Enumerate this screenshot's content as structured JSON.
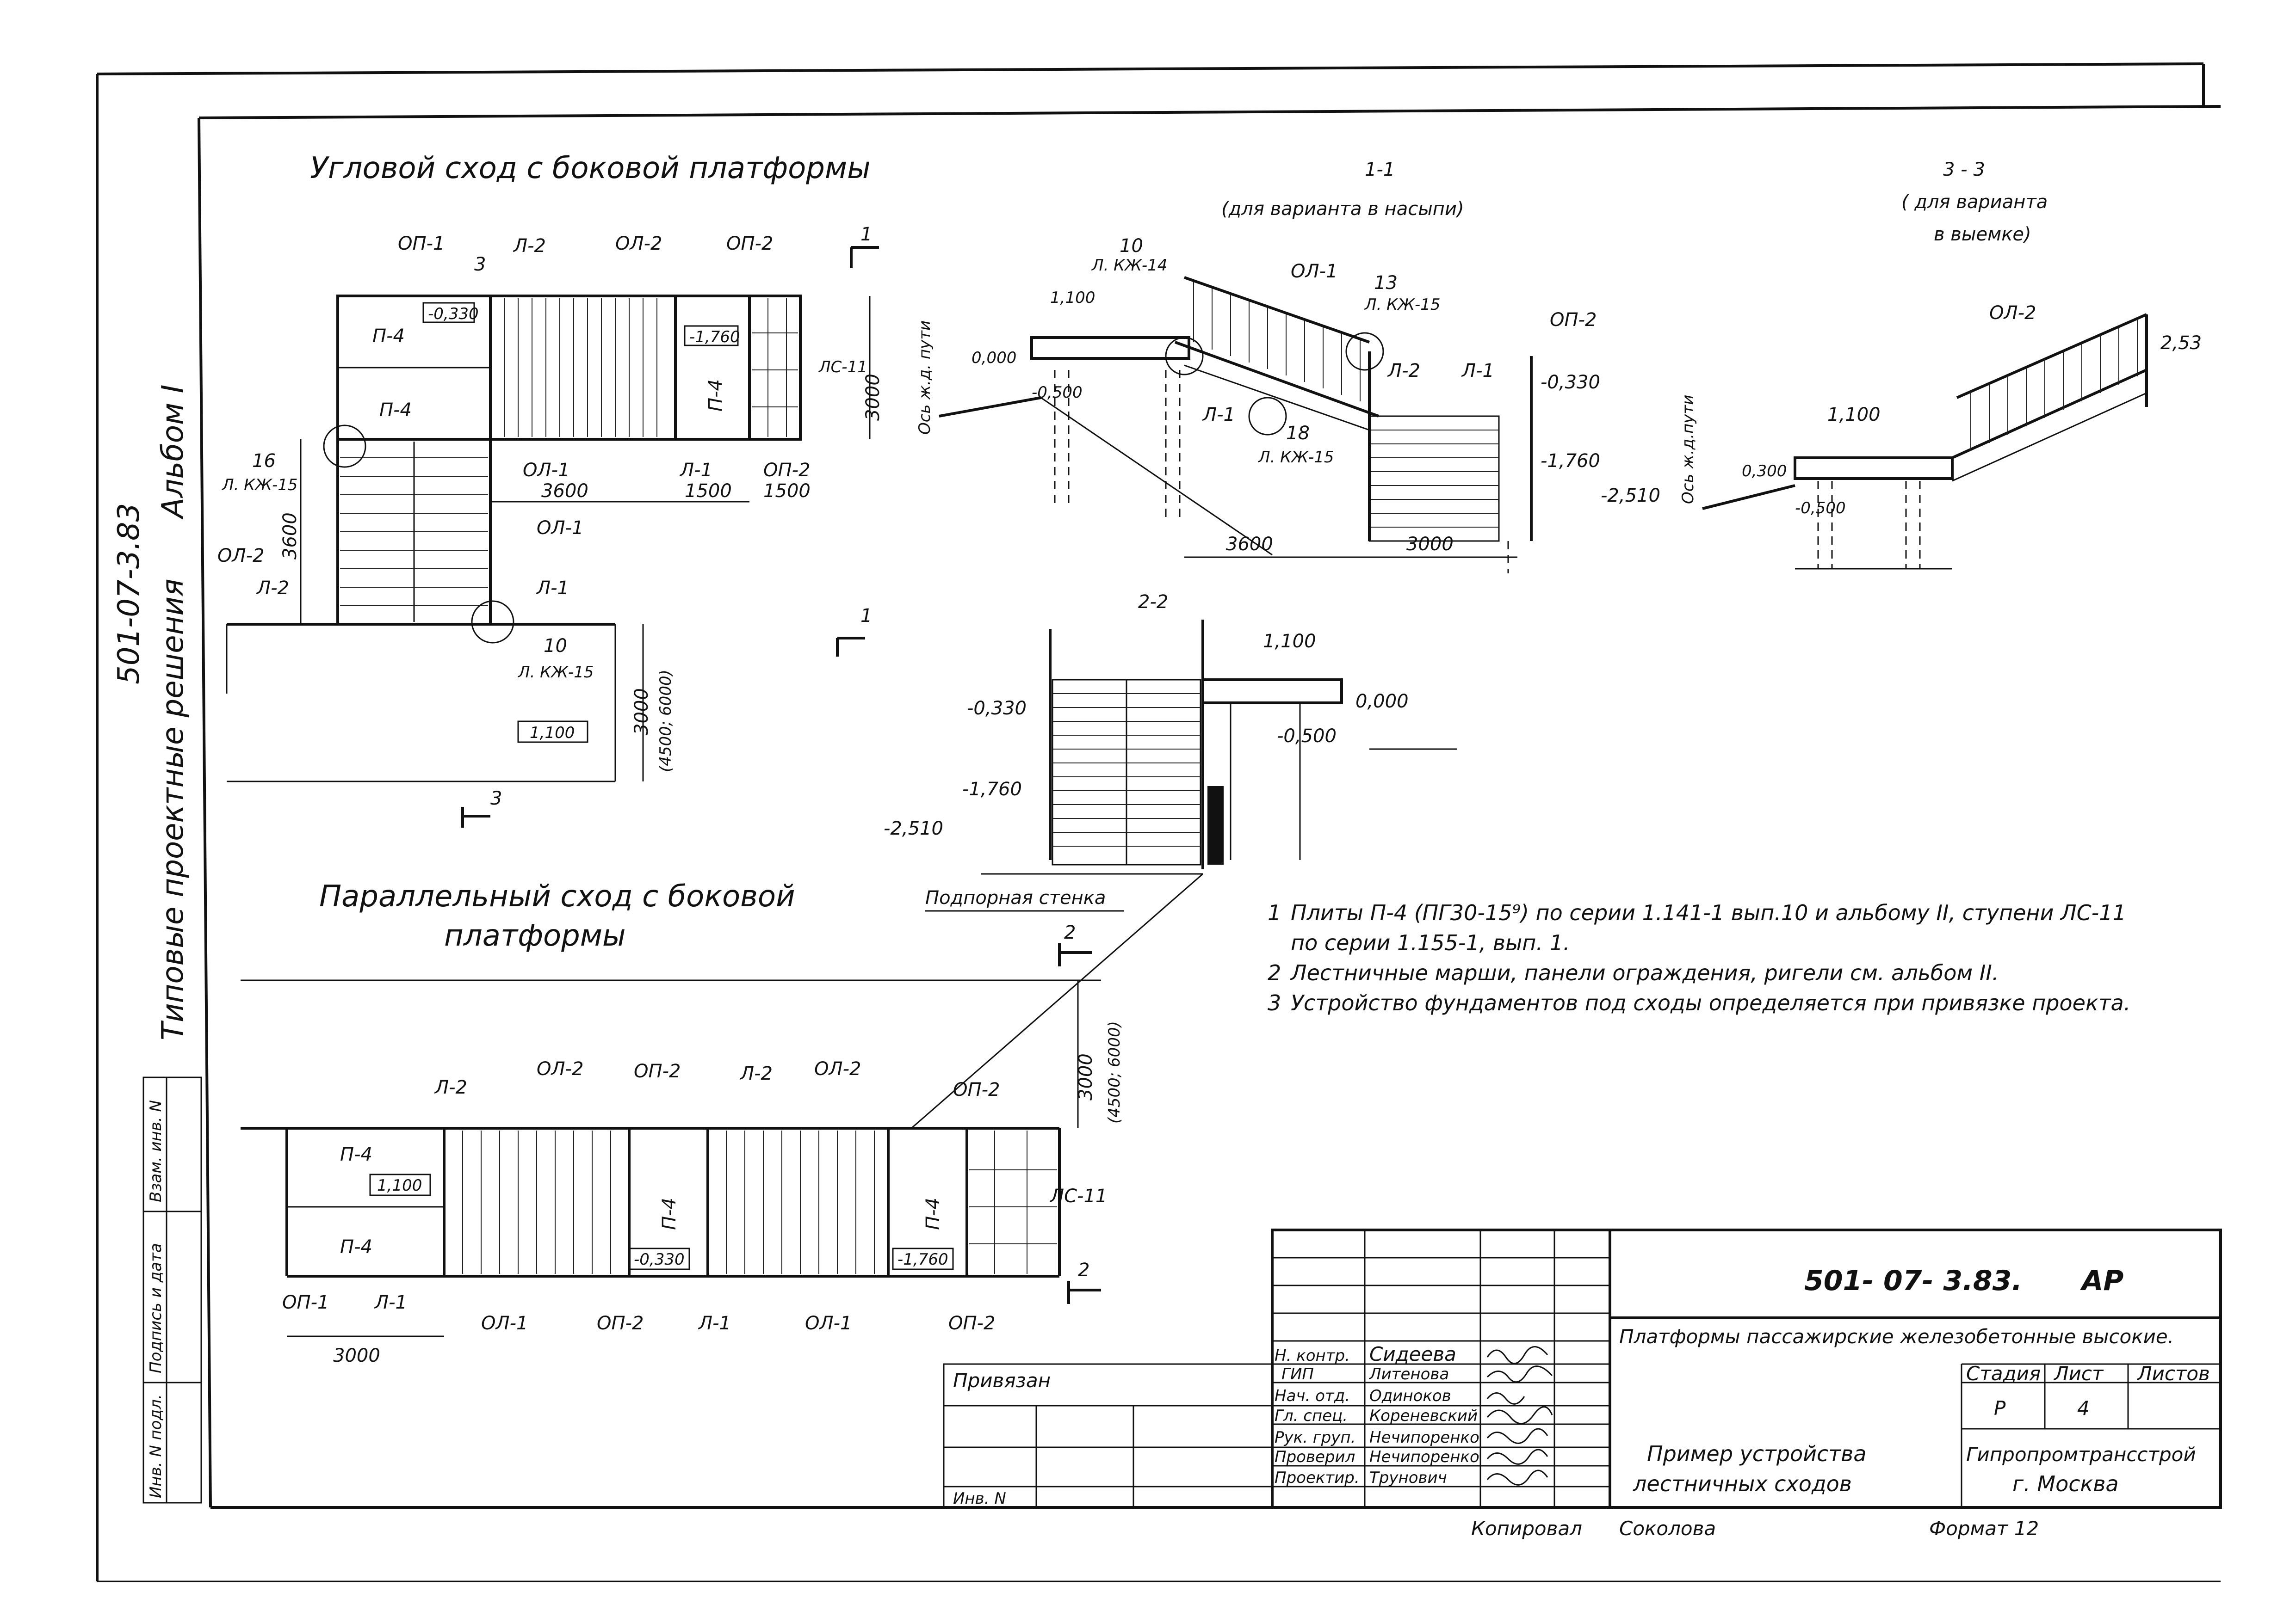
{
  "plan_corner": {
    "title": "Угловой сход с боковой платформы",
    "labels": [
      "ОП-1",
      "Л-2",
      "ОЛ-2",
      "ОП-2",
      "П-4",
      "П-4",
      "П-4",
      "ЛС-11",
      "ОЛ-1",
      "Л-1",
      "ОП-2",
      "ОЛ-2",
      "Л-2",
      "ОЛ-1",
      "Л-1"
    ],
    "levels": [
      "-0,330",
      "-1,760",
      "1,100"
    ],
    "dims": [
      "3600",
      "1500",
      "1500",
      "3000",
      "3600",
      "3000",
      "(4500; 6000)"
    ],
    "callouts": [
      {
        "num": "16",
        "ref": "Л. КЖ-15"
      },
      {
        "num": "10",
        "ref": "Л. КЖ-15"
      }
    ],
    "section_marks": [
      "1",
      "1",
      "3",
      "3"
    ]
  },
  "section_1": {
    "title": "1-1",
    "subtitle": "(для варианта в насыпи)",
    "axis": "Ось ж.д. пути",
    "levels": [
      "1,100",
      "0,000",
      "-0,500",
      "-0,330",
      "-1,760",
      "-2,510"
    ],
    "labels": [
      "ОЛ-1",
      "Л-2",
      "Л-1",
      "ОП-2",
      "Л-1"
    ],
    "callouts": [
      {
        "num": "10",
        "ref": "Л. КЖ-14"
      },
      {
        "num": "13",
        "ref": "Л. КЖ-15"
      },
      {
        "num": "18",
        "ref": "Л. КЖ-15"
      }
    ],
    "dims": [
      "3600",
      "3000"
    ]
  },
  "section_3": {
    "title": "3 - 3",
    "subtitle_1": "( для варианта",
    "subtitle_2": "в выемке)",
    "axis": "Ось ж.д.пути",
    "labels": [
      "ОЛ-2"
    ],
    "levels": [
      "2,53",
      "1,100",
      "0,300",
      "-0,500"
    ]
  },
  "section_2": {
    "title": "2-2",
    "levels": [
      "1,100",
      "0,000",
      "-0,500",
      "-0,330",
      "-1,760",
      "-2,510"
    ],
    "wall_label": "Подпорная стенка"
  },
  "plan_parallel": {
    "title_1": "Параллельный сход с боковой",
    "title_2": "платформы",
    "labels": [
      "Л-2",
      "ОЛ-2",
      "ОП-2",
      "Л-2",
      "ОЛ-2",
      "ОП-2",
      "П-4",
      "П-4",
      "П-4",
      "П-4",
      "ЛС-11",
      "ОП-1",
      "Л-1",
      "ОЛ-1",
      "ОП-2",
      "Л-1",
      "ОЛ-1",
      "ОП-2"
    ],
    "levels": [
      "1,100",
      "-0,330",
      "-1,760"
    ],
    "dims": [
      "3000",
      "3000",
      "(4500; 6000)"
    ],
    "section_marks": [
      "2",
      "2"
    ]
  },
  "notes": [
    {
      "num": "1",
      "text": "Плиты П-4 (ПГ30-15⁹) по серии 1.141-1 вып.10 и альбому II, ступени ЛС-11"
    },
    {
      "num": "",
      "text": "по серии 1.155-1, вып. 1."
    },
    {
      "num": "2",
      "text": "Лестничные марши, панели ограждения, ригели см. альбом II."
    },
    {
      "num": "3",
      "text": "Устройство фундаментов под сходы определяется при привязке проекта."
    }
  ],
  "side_margin": {
    "text_1": "Типовые проектные решения",
    "text_2": "Альбом I",
    "code": "501-07-3.83",
    "fields": [
      "Взам. инв. N",
      "Подпись и дата",
      "Инв. N подл."
    ]
  },
  "title_block": {
    "code": "501- 07- 3.83.",
    "section": "АР",
    "project_title": "Платформы пассажирские железобетонные высокие.",
    "sheet_title_1": "Пример устройства",
    "sheet_title_2": "лестничных сходов",
    "stage_header": "Стадия",
    "sheet_header": "Лист",
    "sheets_header": "Листов",
    "stage": "Р",
    "sheet": "4",
    "org_1": "Гипропромтрансстрой",
    "org_2": "г. Москва",
    "bound_label": "Привязан",
    "inv_label": "Инв. N",
    "copied_label": "Копировал",
    "copied_name": "Соколова",
    "format_label": "Формат 12",
    "roles": [
      {
        "role": "Н. контр.",
        "name": "Сидеева"
      },
      {
        "role": "ГИП",
        "name": "Литенова"
      },
      {
        "role": "Нач. отд.",
        "name": "Одиноков"
      },
      {
        "role": "Гл. спец.",
        "name": "Кореневский"
      },
      {
        "role": "Рук. груп.",
        "name": "Нечипоренко"
      },
      {
        "role": "Проверил",
        "name": "Нечипоренко"
      },
      {
        "role": "Проектир.",
        "name": "Трунович"
      }
    ]
  }
}
